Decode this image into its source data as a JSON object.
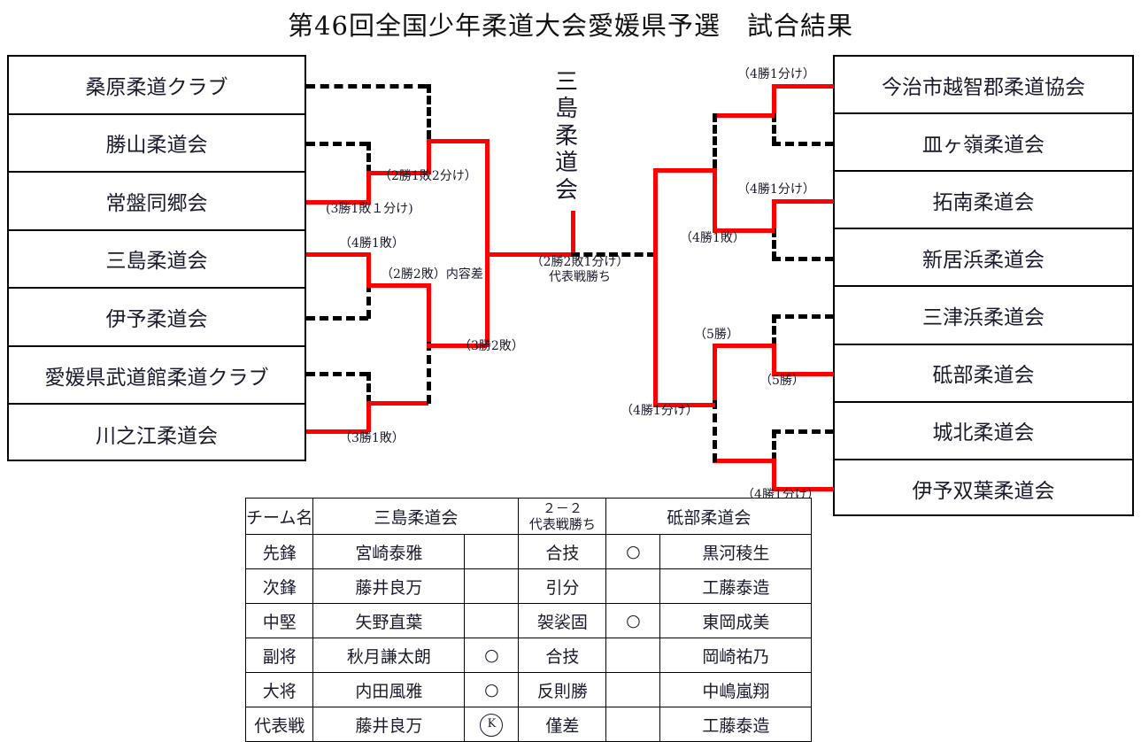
{
  "title": "第46回全国少年柔道大会愛媛県予選　試合結果",
  "champion": {
    "name": "三島柔道会",
    "chars": [
      "三",
      "島",
      "柔",
      "道",
      "会"
    ]
  },
  "bracket": {
    "left_teams": [
      {
        "label": "桑原柔道クラブ"
      },
      {
        "label": "勝山柔道会"
      },
      {
        "label": "常盤同郷会"
      },
      {
        "label": "三島柔道会"
      },
      {
        "label": "伊予柔道会"
      },
      {
        "label": "愛媛県武道館柔道クラブ"
      },
      {
        "label": "川之江柔道会"
      }
    ],
    "right_teams": [
      {
        "label": "今治市越智郡柔道協会"
      },
      {
        "label": "皿ヶ嶺柔道会"
      },
      {
        "label": "拓南柔道会"
      },
      {
        "label": "新居浜柔道会"
      },
      {
        "label": "三津浜柔道会"
      },
      {
        "label": "砥部柔道会"
      },
      {
        "label": "城北柔道会"
      },
      {
        "label": "伊予双葉柔道会"
      }
    ],
    "annotations": [
      {
        "id": "l-a1",
        "text": "（2勝1敗2分け）"
      },
      {
        "id": "l-a2",
        "text": "(3勝1敗１分け)"
      },
      {
        "id": "l-a3",
        "text": "（4勝1敗）"
      },
      {
        "id": "l-a4",
        "text": "（2勝2敗）内容差"
      },
      {
        "id": "l-a5",
        "text": "（3勝2敗）"
      },
      {
        "id": "l-a6",
        "text": "（3勝1敗）"
      },
      {
        "id": "c-a1",
        "line1": "（2勝2敗1分け）",
        "line2": "代表戦勝ち"
      },
      {
        "id": "r-a1",
        "text": "（4勝1分け）"
      },
      {
        "id": "r-a2",
        "text": "（4勝1分け）"
      },
      {
        "id": "r-a3",
        "text": "（4勝1敗）"
      },
      {
        "id": "r-a4",
        "text": "（5勝）"
      },
      {
        "id": "r-a5",
        "text": "（5勝）"
      },
      {
        "id": "r-a6",
        "text": "（4勝1分け）"
      },
      {
        "id": "r-a7",
        "text": "（4勝1分け）"
      }
    ],
    "colors": {
      "winner_line": "#ff0000",
      "loser_line": "#000000"
    }
  },
  "result_table": {
    "header": {
      "position_col": "チーム名",
      "team_left": "三島柔道会",
      "score_line1": "２－２",
      "score_line2": "代表戦勝ち",
      "team_right": "砥部柔道会"
    },
    "rows": [
      {
        "position": "先鋒",
        "left_player": "宮崎泰雅",
        "left_mark": "",
        "technique": "合技",
        "right_mark": "○",
        "right_player": "黒河稜生"
      },
      {
        "position": "次鋒",
        "left_player": "藤井良万",
        "left_mark": "",
        "technique": "引分",
        "right_mark": "",
        "right_player": "工藤泰造"
      },
      {
        "position": "中堅",
        "left_player": "矢野直葉",
        "left_mark": "",
        "technique": "袈裟固",
        "right_mark": "○",
        "right_player": "東岡成美"
      },
      {
        "position": "副将",
        "left_player": "秋月謙太朗",
        "left_mark": "○",
        "technique": "合技",
        "right_mark": "",
        "right_player": "岡崎祐乃"
      },
      {
        "position": "大将",
        "left_player": "内田風雅",
        "left_mark": "○",
        "technique": "反則勝",
        "right_mark": "",
        "right_player": "中嶋嵐翔"
      },
      {
        "position": "代表戦",
        "left_player": "藤井良万",
        "left_mark": "K",
        "left_mark_circled": true,
        "technique": "僅差",
        "right_mark": "",
        "right_player": "工藤泰造"
      }
    ]
  }
}
